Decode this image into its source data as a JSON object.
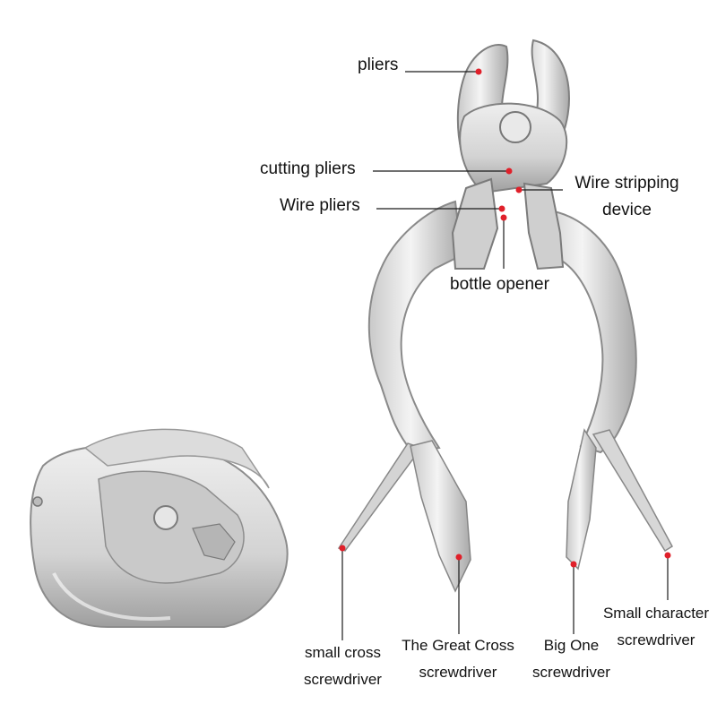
{
  "callouts": {
    "pliers": "pliers",
    "cutting_pliers": "cutting pliers",
    "wire_pliers": "Wire pliers",
    "wire_stripping": [
      "Wire stripping",
      "device"
    ],
    "bottle_opener": "bottle opener",
    "small_cross": [
      "small cross",
      "screwdriver"
    ],
    "great_cross": [
      "The Great Cross",
      "screwdriver"
    ],
    "big_one": [
      "Big One",
      "screwdriver"
    ],
    "small_character": [
      "Small character",
      "screwdriver"
    ]
  },
  "colors": {
    "marker": "#e0202a",
    "leader_line": "#1a1a1a",
    "steel_light": "#f2f2f2",
    "steel_mid": "#cfcfcf",
    "steel_dark": "#8a8a8a"
  }
}
